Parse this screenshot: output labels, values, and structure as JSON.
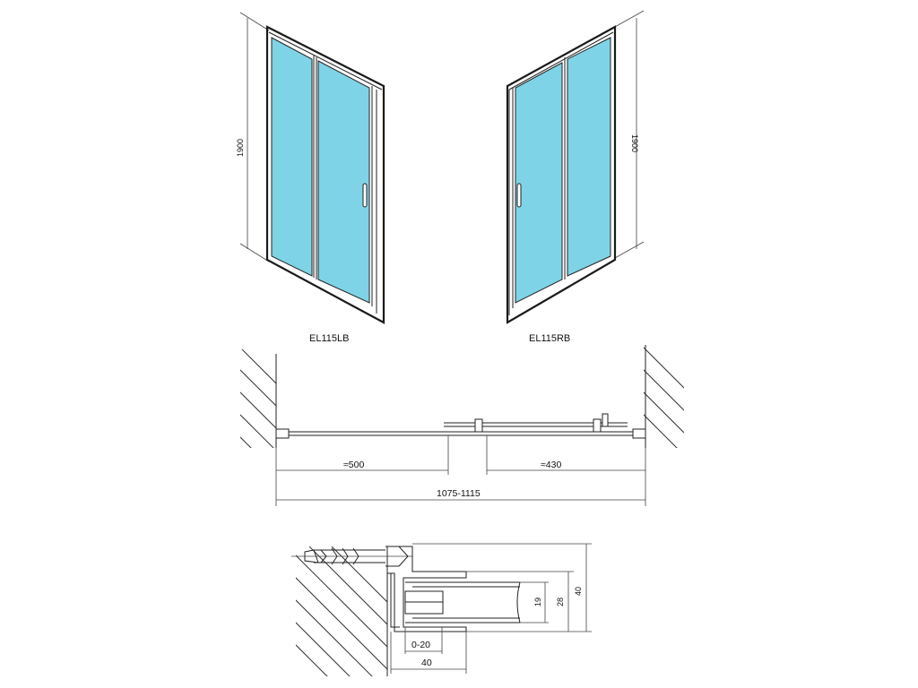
{
  "views": {
    "left": {
      "model": "EL115LB",
      "height": "1900"
    },
    "right": {
      "model": "EL115RB",
      "height": "1900"
    }
  },
  "plan": {
    "dim_left": "≈500",
    "dim_right": "≈430",
    "dim_total": "1075-1115"
  },
  "detail": {
    "dim_19": "19",
    "dim_28": "28",
    "dim_40_vertical": "40",
    "dim_adjust": "0-20",
    "dim_40_horizontal": "40"
  },
  "colors": {
    "glass": "#7fd3e6",
    "line": "#222222"
  }
}
